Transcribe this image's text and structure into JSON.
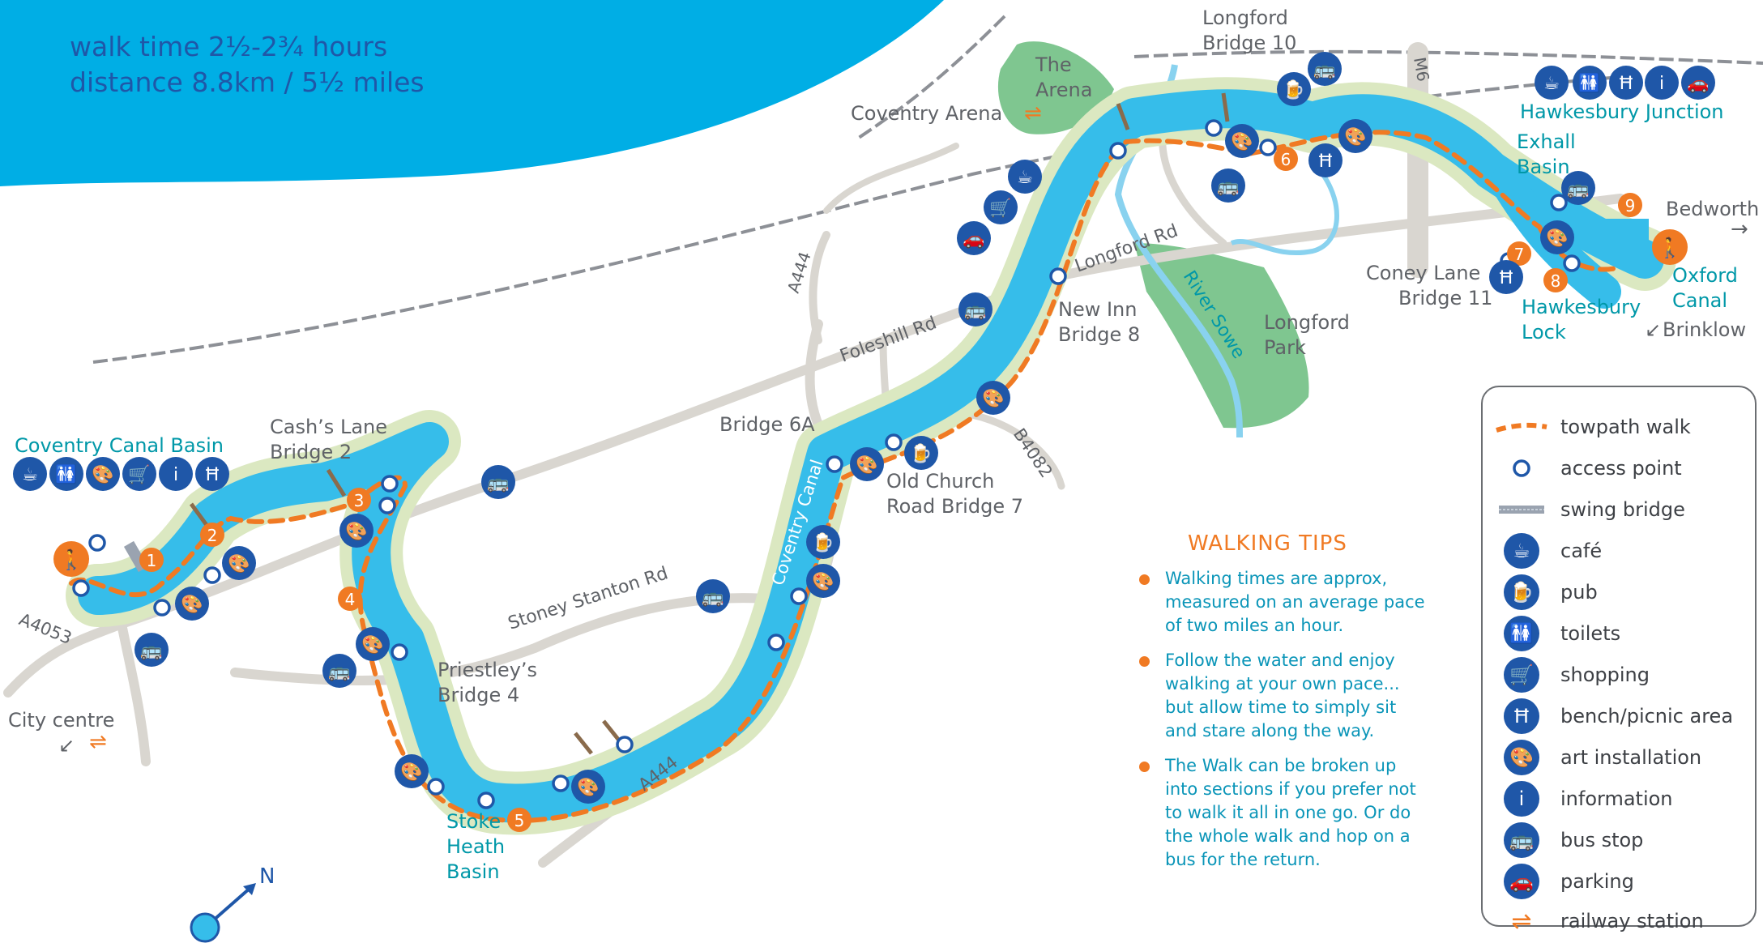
{
  "header": {
    "walk_time": "walk time 2½-2¾ hours",
    "distance": "distance 8.8km / 5½ miles"
  },
  "places": {
    "coventry_canal_basin": "Coventry Canal Basin",
    "the_arena_1": "The",
    "the_arena_2": "Arena",
    "coventry_arena": "Coventry Arena",
    "longford_bridge_10_1": "Longford",
    "longford_bridge_10_2": "Bridge 10",
    "hawkesbury_junction": "Hawkesbury Junction",
    "exhall_basin_1": "Exhall",
    "exhall_basin_2": "Basin",
    "bedworth": "Bedworth",
    "oxford_canal_1": "Oxford",
    "oxford_canal_2": "Canal",
    "brinklow": "Brinklow",
    "coney_lane_1": "Coney Lane",
    "coney_lane_2": "Bridge 11",
    "hawkesbury_lock_1": "Hawkesbury",
    "hawkesbury_lock_2": "Lock",
    "longford_park_1": "Longford",
    "longford_park_2": "Park",
    "river_sowe": "River Sowe",
    "new_inn_1": "New Inn",
    "new_inn_2": "Bridge 8",
    "longford_rd": "Longford Rd",
    "foleshill_rd": "Foleshill Rd",
    "a444_north": "A444",
    "bridge_6a": "Bridge 6A",
    "coventry_canal": "Coventry Canal",
    "old_church_1": "Old Church",
    "old_church_2": "Road Bridge 7",
    "b4082": "B4082",
    "cashs_lane_1": "Cash’s Lane",
    "cashs_lane_2": "Bridge 2",
    "stoney_stanton": "Stoney Stanton Rd",
    "priestleys_1": "Priestley’s",
    "priestleys_2": "Bridge 4",
    "stoke_heath_1": "Stoke",
    "stoke_heath_2": "Heath",
    "stoke_heath_3": "Basin",
    "a444_south": "A444",
    "a4053": "A4053",
    "city_centre": "City centre",
    "m6": "M6",
    "north": "N"
  },
  "stages": [
    "1",
    "2",
    "3",
    "4",
    "5",
    "6",
    "7",
    "8",
    "9"
  ],
  "legend": [
    {
      "label": "towpath walk",
      "icon": "towpath-line"
    },
    {
      "label": "access point",
      "icon": "access-ring"
    },
    {
      "label": "swing bridge",
      "icon": "swing-bridge"
    },
    {
      "label": "café",
      "icon": "cafe-icon",
      "glyph": "☕"
    },
    {
      "label": "pub",
      "icon": "pub-icon",
      "glyph": "🍺"
    },
    {
      "label": "toilets",
      "icon": "toilets-icon",
      "glyph": "🚻"
    },
    {
      "label": "shopping",
      "icon": "shopping-icon",
      "glyph": "🛒"
    },
    {
      "label": "bench/picnic area",
      "icon": "picnic-icon",
      "glyph": "Ħ"
    },
    {
      "label": "art installation",
      "icon": "art-icon",
      "glyph": "🎨"
    },
    {
      "label": "information",
      "icon": "information-icon",
      "glyph": "i"
    },
    {
      "label": "bus stop",
      "icon": "bus-icon",
      "glyph": "🚌"
    },
    {
      "label": "parking",
      "icon": "parking-icon",
      "glyph": "🚗"
    },
    {
      "label": "railway station",
      "icon": "railway-icon",
      "glyph": "⇌"
    }
  ],
  "tips": {
    "title": "WALKING TIPS",
    "items": [
      "Walking times are approx, measured on an average pace of two miles an hour.",
      "Follow the water and enjoy walking at your own pace... but allow time to simply sit and stare along the way.",
      "The Walk can be broken up into sections if you prefer not to walk it all in one go. Or do the whole walk and hop on a bus for the return."
    ]
  },
  "colors": {
    "header_blue": "#00aee5",
    "canal_blue": "#36bdea",
    "towpath_green": "#dbe8c1",
    "park_green": "#7fc690",
    "icon_blue": "#1f57a8",
    "walk_orange": "#f07a23"
  }
}
